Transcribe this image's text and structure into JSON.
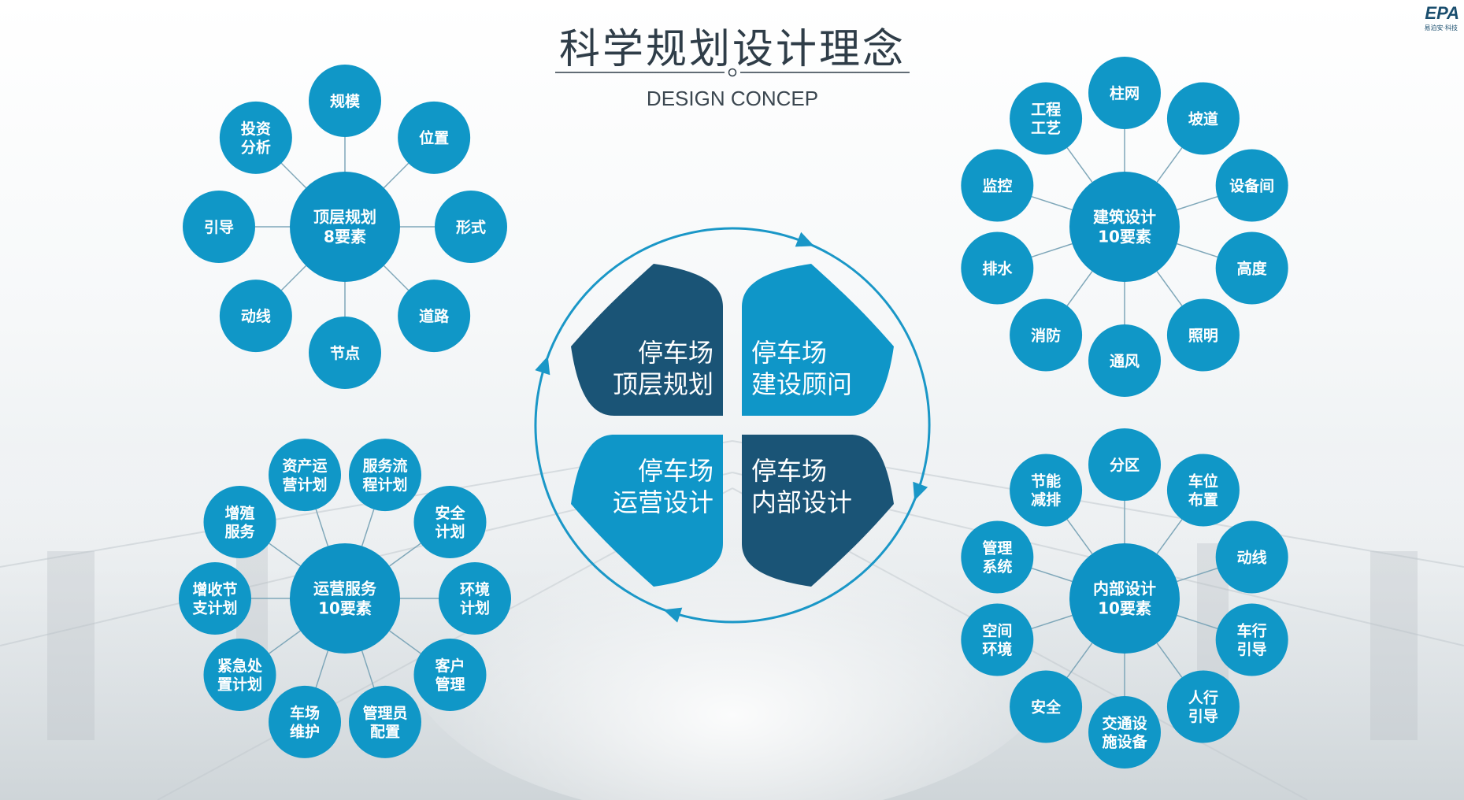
{
  "header": {
    "title": "科学规划设计理念",
    "subtitle": "DESIGN CONCEP",
    "logo_text": "EPA",
    "logo_sub": "易泊安·科技"
  },
  "colors": {
    "node": "#1097c7",
    "hub": "#0e92c4",
    "petal_dark": "#1a5476",
    "petal_light": "#0f96c8",
    "line": "#7fa7b9",
    "ring": "#1a97c7"
  },
  "petals": [
    {
      "id": "top-left",
      "lines": [
        "停车场",
        "顶层规划"
      ],
      "tone": "dark"
    },
    {
      "id": "top-right",
      "lines": [
        "停车场",
        "建设顾问"
      ],
      "tone": "light"
    },
    {
      "id": "bottom-left",
      "lines": [
        "停车场",
        "运营设计"
      ],
      "tone": "light"
    },
    {
      "id": "bottom-right",
      "lines": [
        "停车场",
        "内部设计"
      ],
      "tone": "dark"
    }
  ],
  "clusters": [
    {
      "id": "top-planning",
      "hub": [
        "顶层规划",
        "8要素"
      ],
      "nodes": [
        [
          "规模"
        ],
        [
          "位置"
        ],
        [
          "形式"
        ],
        [
          "道路"
        ],
        [
          "节点"
        ],
        [
          "动线"
        ],
        [
          "引导"
        ],
        [
          "投资",
          "分析"
        ]
      ]
    },
    {
      "id": "building-design",
      "hub": [
        "建筑设计",
        "10要素"
      ],
      "nodes": [
        [
          "柱网"
        ],
        [
          "坡道"
        ],
        [
          "设备间"
        ],
        [
          "高度"
        ],
        [
          "照明"
        ],
        [
          "通风"
        ],
        [
          "消防"
        ],
        [
          "排水"
        ],
        [
          "监控"
        ],
        [
          "工程",
          "工艺"
        ]
      ]
    },
    {
      "id": "operation-service",
      "hub": [
        "运营服务",
        "10要素"
      ],
      "nodes": [
        [
          "服务流",
          "程计划"
        ],
        [
          "安全",
          "计划"
        ],
        [
          "环境",
          "计划"
        ],
        [
          "客户",
          "管理"
        ],
        [
          "管理员",
          "配置"
        ],
        [
          "车场",
          "维护"
        ],
        [
          "紧急处",
          "置计划"
        ],
        [
          "增收节",
          "支计划"
        ],
        [
          "增殖",
          "服务"
        ],
        [
          "资产运",
          "营计划"
        ]
      ]
    },
    {
      "id": "interior-design",
      "hub": [
        "内部设计",
        "10要素"
      ],
      "nodes": [
        [
          "分区"
        ],
        [
          "车位",
          "布置"
        ],
        [
          "动线"
        ],
        [
          "车行",
          "引导"
        ],
        [
          "人行",
          "引导"
        ],
        [
          "交通设",
          "施设备"
        ],
        [
          "安全"
        ],
        [
          "空间",
          "环境"
        ],
        [
          "管理",
          "系统"
        ],
        [
          "节能",
          "减排"
        ]
      ]
    }
  ]
}
